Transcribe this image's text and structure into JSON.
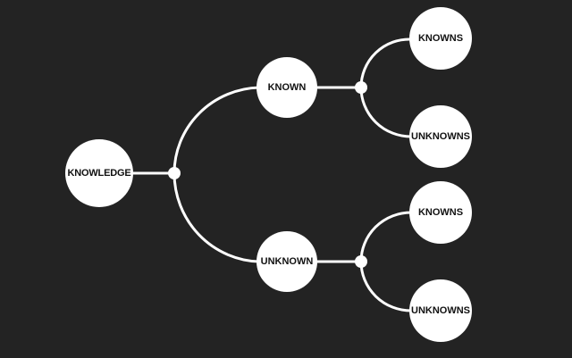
{
  "colors": {
    "background": "#232323",
    "line": "#ffffff",
    "node_fill": "#ffffff",
    "node_text": "#111111"
  },
  "nodes": {
    "root": {
      "label": "KNOWLEDGE"
    },
    "known": {
      "label": "KNOWN"
    },
    "unknown": {
      "label": "UNKNOWN"
    },
    "known_knowns": {
      "label": "KNOWNS"
    },
    "known_unknowns": {
      "label": "UNKNOWNS"
    },
    "unknown_knowns": {
      "label": "KNOWNS"
    },
    "unknown_unknowns": {
      "label": "UNKNOWNS"
    }
  }
}
